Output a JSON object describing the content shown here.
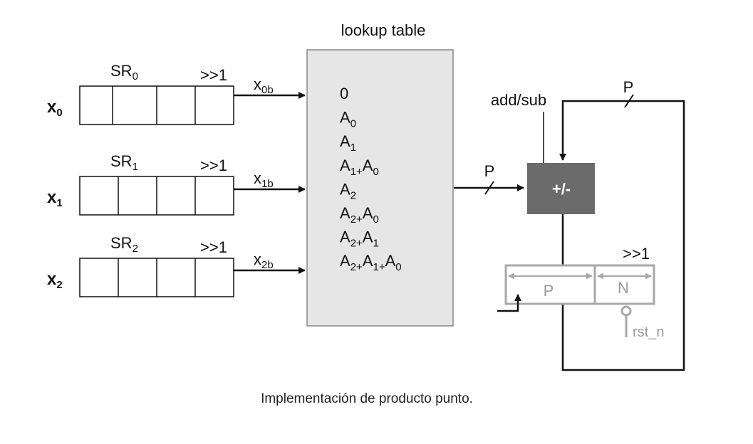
{
  "lookup_table": {
    "title": "lookup table",
    "entries": [
      {
        "parts": [
          {
            "t": "0"
          }
        ]
      },
      {
        "parts": [
          {
            "t": "A"
          },
          {
            "t": "0",
            "sub": true
          }
        ]
      },
      {
        "parts": [
          {
            "t": "A"
          },
          {
            "t": "1",
            "sub": true
          }
        ]
      },
      {
        "parts": [
          {
            "t": "A"
          },
          {
            "t": "1+",
            "sub": true
          },
          {
            "t": "A"
          },
          {
            "t": "0",
            "sub": true
          }
        ]
      },
      {
        "parts": [
          {
            "t": "A"
          },
          {
            "t": "2",
            "sub": true
          }
        ]
      },
      {
        "parts": [
          {
            "t": "A"
          },
          {
            "t": "2+",
            "sub": true
          },
          {
            "t": "A"
          },
          {
            "t": "0",
            "sub": true
          }
        ]
      },
      {
        "parts": [
          {
            "t": "A"
          },
          {
            "t": "2+",
            "sub": true
          },
          {
            "t": "A"
          },
          {
            "t": "1",
            "sub": true
          }
        ]
      },
      {
        "parts": [
          {
            "t": "A"
          },
          {
            "t": "2+",
            "sub": true
          },
          {
            "t": "A"
          },
          {
            "t": "1+",
            "sub": true
          },
          {
            "t": "A"
          },
          {
            "t": "0",
            "sub": true
          }
        ]
      }
    ]
  },
  "registers": [
    {
      "input": "x",
      "input_sub": "0",
      "name": "SR",
      "name_sub": "0",
      "shift": ">>1",
      "bit": "x",
      "bit_sub": "0b"
    },
    {
      "input": "x",
      "input_sub": "1",
      "name": "SR",
      "name_sub": "1",
      "shift": ">>1",
      "bit": "x",
      "bit_sub": "1b"
    },
    {
      "input": "x",
      "input_sub": "2",
      "name": "SR",
      "name_sub": "2",
      "shift": ">>1",
      "bit": "x",
      "bit_sub": "2b"
    }
  ],
  "adder": {
    "label": "+/-",
    "control": "add/sub"
  },
  "bus_width_label": "P",
  "accumulator": {
    "p_label": "P",
    "n_label": "N",
    "shift": ">>1",
    "reset": "rst_n"
  },
  "colors": {
    "adder_fill": "#6b6b6b",
    "table_fill": "#e6e6e6",
    "accumulator": "#a8a8a8"
  },
  "caption": "Implementación de producto punto."
}
